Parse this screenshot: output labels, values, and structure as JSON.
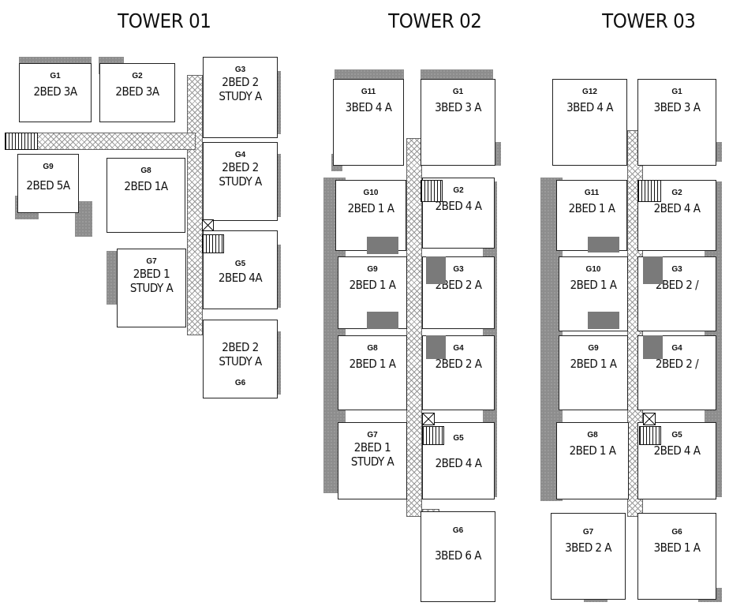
{
  "towers": [
    {
      "title": "TOWER 01",
      "units": [
        {
          "code": "G1",
          "type": "2BED 3A"
        },
        {
          "code": "G2",
          "type": "2BED 3A"
        },
        {
          "code": "G3",
          "type": "2BED 2\nSTUDY A"
        },
        {
          "code": "G9",
          "type": "2BED 5A"
        },
        {
          "code": "G8",
          "type": "2BED 1A"
        },
        {
          "code": "G4",
          "type": "2BED 2\nSTUDY A"
        },
        {
          "code": "G7",
          "type": "2BED 1\nSTUDY A"
        },
        {
          "code": "G5",
          "type": "2BED 4A"
        },
        {
          "code": "G6",
          "type": "2BED 2\nSTUDY A"
        }
      ]
    },
    {
      "title": "TOWER 02",
      "units": [
        {
          "code": "G11",
          "type": "3BED 4 A"
        },
        {
          "code": "G1",
          "type": "3BED 3 A"
        },
        {
          "code": "G10",
          "type": "2BED 1 A"
        },
        {
          "code": "G2",
          "type": "2BED 4 A"
        },
        {
          "code": "G9",
          "type": "2BED 1 A"
        },
        {
          "code": "G3",
          "type": "2BED 2 A"
        },
        {
          "code": "G8",
          "type": "2BED 1 A"
        },
        {
          "code": "G4",
          "type": "2BED 2 A"
        },
        {
          "code": "G7",
          "type": "2BED 1\nSTUDY A"
        },
        {
          "code": "G5",
          "type": "2BED 4 A"
        },
        {
          "code": "G6",
          "type": "3BED 6 A"
        }
      ]
    },
    {
      "title": "TOWER 03",
      "units": [
        {
          "code": "G12",
          "type": "3BED 4 A"
        },
        {
          "code": "G1",
          "type": "3BED 3 A"
        },
        {
          "code": "G11",
          "type": "2BED 1 A"
        },
        {
          "code": "G2",
          "type": "2BED 4 A"
        },
        {
          "code": "G10",
          "type": "2BED 1 A"
        },
        {
          "code": "G3",
          "type": "2BED 2 /"
        },
        {
          "code": "G9",
          "type": "2BED 1 A"
        },
        {
          "code": "G4",
          "type": "2BED 2 /"
        },
        {
          "code": "G8",
          "type": "2BED 1 A"
        },
        {
          "code": "G5",
          "type": "2BED 4 A"
        },
        {
          "code": "G7",
          "type": "3BED 2 A"
        },
        {
          "code": "G6",
          "type": "3BED 1 A"
        }
      ]
    }
  ]
}
